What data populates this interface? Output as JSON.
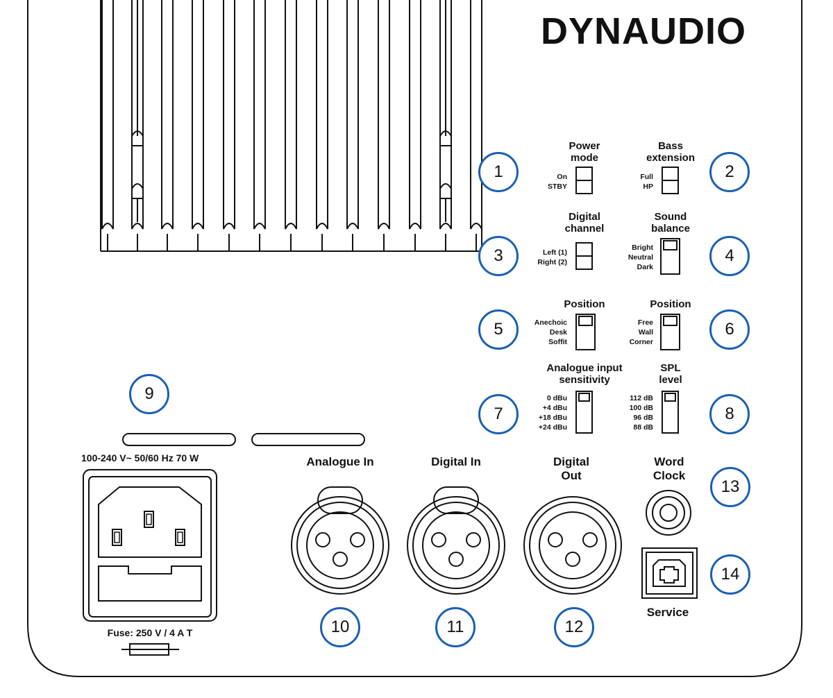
{
  "brand": {
    "logo_text": "DYNAUDIO"
  },
  "colors": {
    "callout_ring": "#1a5fb4",
    "line": "#111111",
    "background": "#ffffff"
  },
  "switches": {
    "power_mode": {
      "title": "Power\nmode",
      "options": "On\nSTBY"
    },
    "bass_extension": {
      "title": "Bass\nextension",
      "options": "Full\nHP"
    },
    "digital_channel": {
      "title": "Digital\nchannel",
      "options": "Left (1)\nRight (2)"
    },
    "sound_balance": {
      "title": "Sound\nbalance",
      "options": "Bright\nNeutral\nDark"
    },
    "position_left": {
      "title": "Position",
      "options": "Anechoic\nDesk\nSoffit"
    },
    "position_right": {
      "title": "Position",
      "options": "Free\nWall\nCorner"
    },
    "analogue_sensitivity": {
      "title": "Analogue input\nsensitivity",
      "options": "0 dBu\n+4 dBu\n+18 dBu\n+24 dBu"
    },
    "spl_level": {
      "title": "SPL\nlevel",
      "options": "112 dB\n100 dB\n96 dB\n88 dB"
    }
  },
  "connectors": {
    "power_rating": "100-240 V~ 50/60 Hz  70 W",
    "fuse": "Fuse: 250 V / 4 A T",
    "analogue_in": "Analogue In",
    "digital_in": "Digital In",
    "digital_out": "Digital\nOut",
    "word_clock": "Word\nClock",
    "service": "Service"
  },
  "callouts": [
    "1",
    "2",
    "3",
    "4",
    "5",
    "6",
    "7",
    "8",
    "9",
    "10",
    "11",
    "12",
    "13",
    "14"
  ]
}
